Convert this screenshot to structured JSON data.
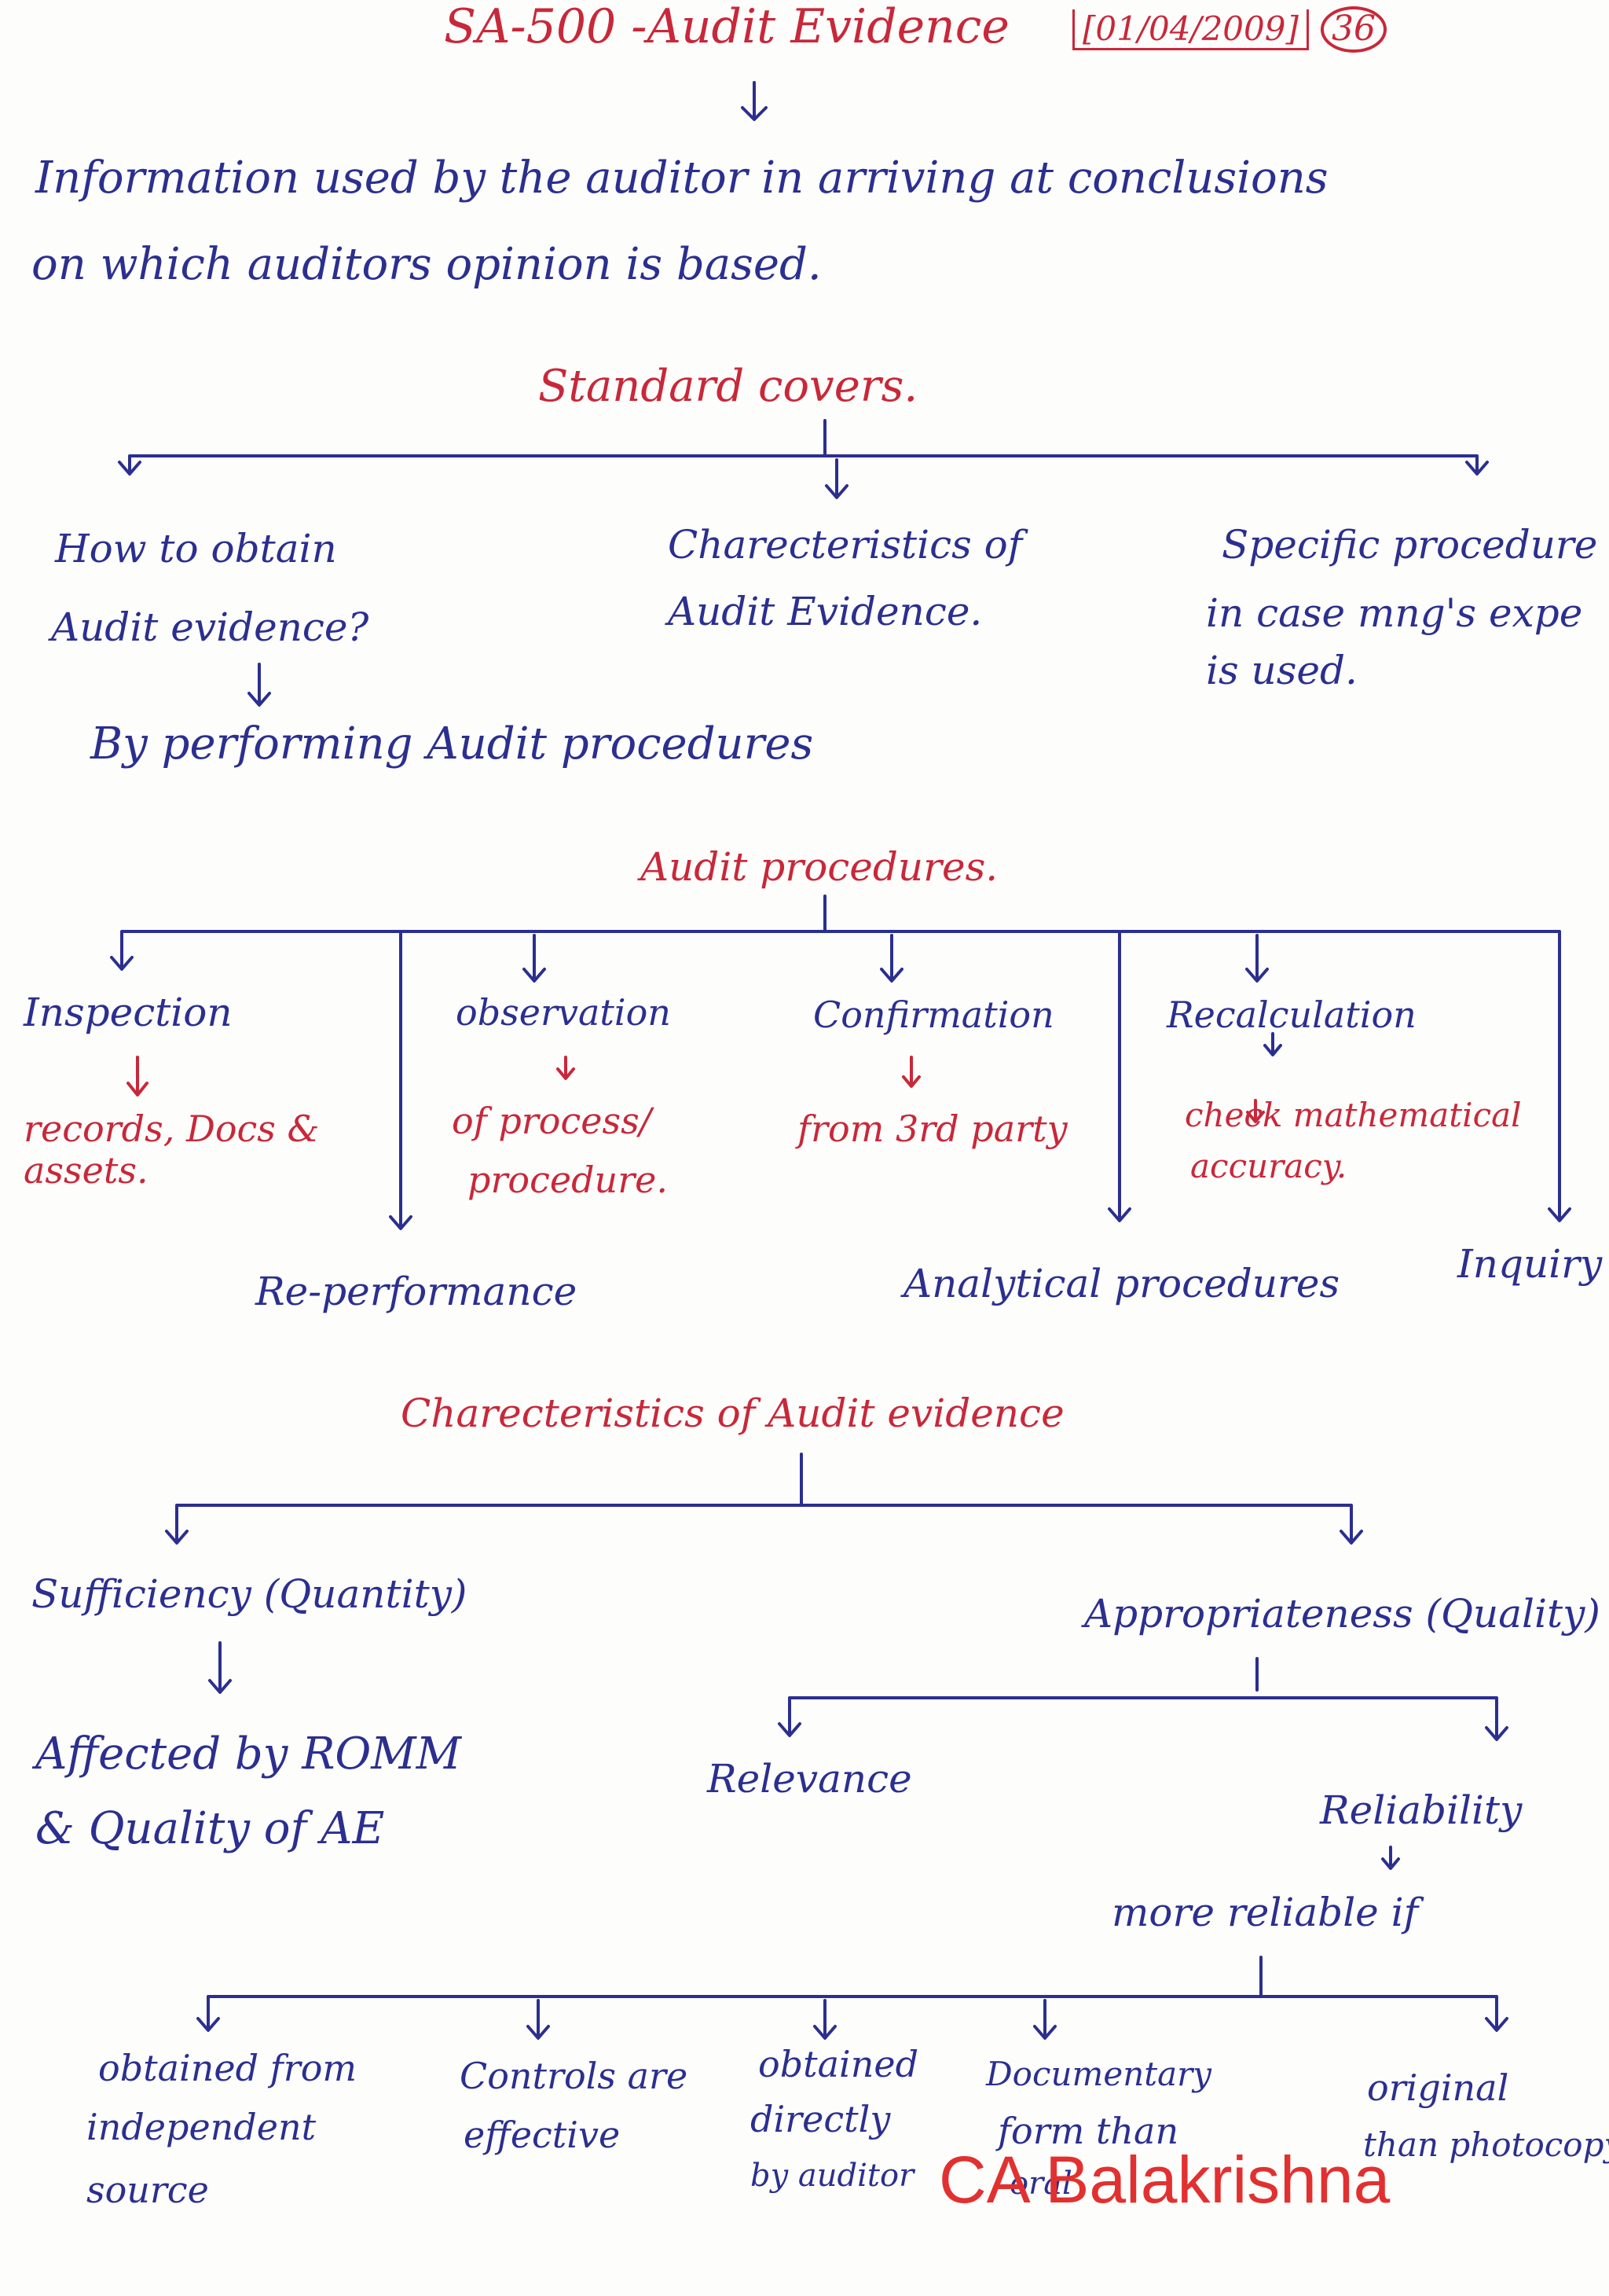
{
  "header": {
    "title": "SA-500 -Audit Evidence",
    "date": "[01/04/2009]",
    "page_number": "36"
  },
  "definition": {
    "line1": "Information used by the auditor in arriving at conclusions",
    "line2": "on which auditors opinion is based."
  },
  "standard_covers": {
    "heading": "Standard covers.",
    "branch1_line1": "How to obtain",
    "branch1_line2": "Audit evidence?",
    "branch2_line1": "Charecteristics of",
    "branch2_line2": "Audit Evidence.",
    "branch3_line1": "Specific procedure",
    "branch3_line2": "in case mng's expe",
    "branch3_line3": "is used."
  },
  "how_to_obtain": "By performing Audit procedures",
  "audit_procedures": {
    "heading": "Audit procedures.",
    "inspection": "Inspection",
    "inspection_detail": "records, Docs & assets.",
    "observation": "observation",
    "observation_detail_line1": "of process/",
    "observation_detail_line2": "procedure.",
    "confirmation": "Confirmation",
    "confirmation_detail": "from 3rd party",
    "recalculation": "Recalculation",
    "recalculation_detail_line1": "check mathematical",
    "recalculation_detail_line2": "accuracy.",
    "reperformance": "Re-performance",
    "analytical": "Analytical procedures",
    "inquiry": "Inquiry"
  },
  "characteristics": {
    "heading": "Charecteristics of Audit evidence",
    "sufficiency": "Sufficiency (Quantity)",
    "sufficiency_detail_line1": "Affected by ROMM",
    "sufficiency_detail_line2": "& Quality of AE",
    "appropriateness": "Appropriateness (Quality)",
    "relevance": "Relevance",
    "reliability": "Reliability",
    "more_reliable_if": "more reliable if"
  },
  "reliability_conditions": {
    "c1_line1": "obtained from",
    "c1_line2": "independent",
    "c1_line3": "source",
    "c2_line1": "Controls are",
    "c2_line2": "effective",
    "c3_line1": "obtained",
    "c3_line2": "directly",
    "c3_line3": "by auditor",
    "c4_line1": "Documentary",
    "c4_line2": "form than",
    "c4_line3": "oral",
    "c5_line1": "original",
    "c5_line2": "than photocopy"
  },
  "watermark": "CA Balakrishna",
  "colors": {
    "ink_blue": "#2b2f8f",
    "ink_red": "#c8283a",
    "watermark_red": "#e23030",
    "paper": "#fdfdfb"
  }
}
